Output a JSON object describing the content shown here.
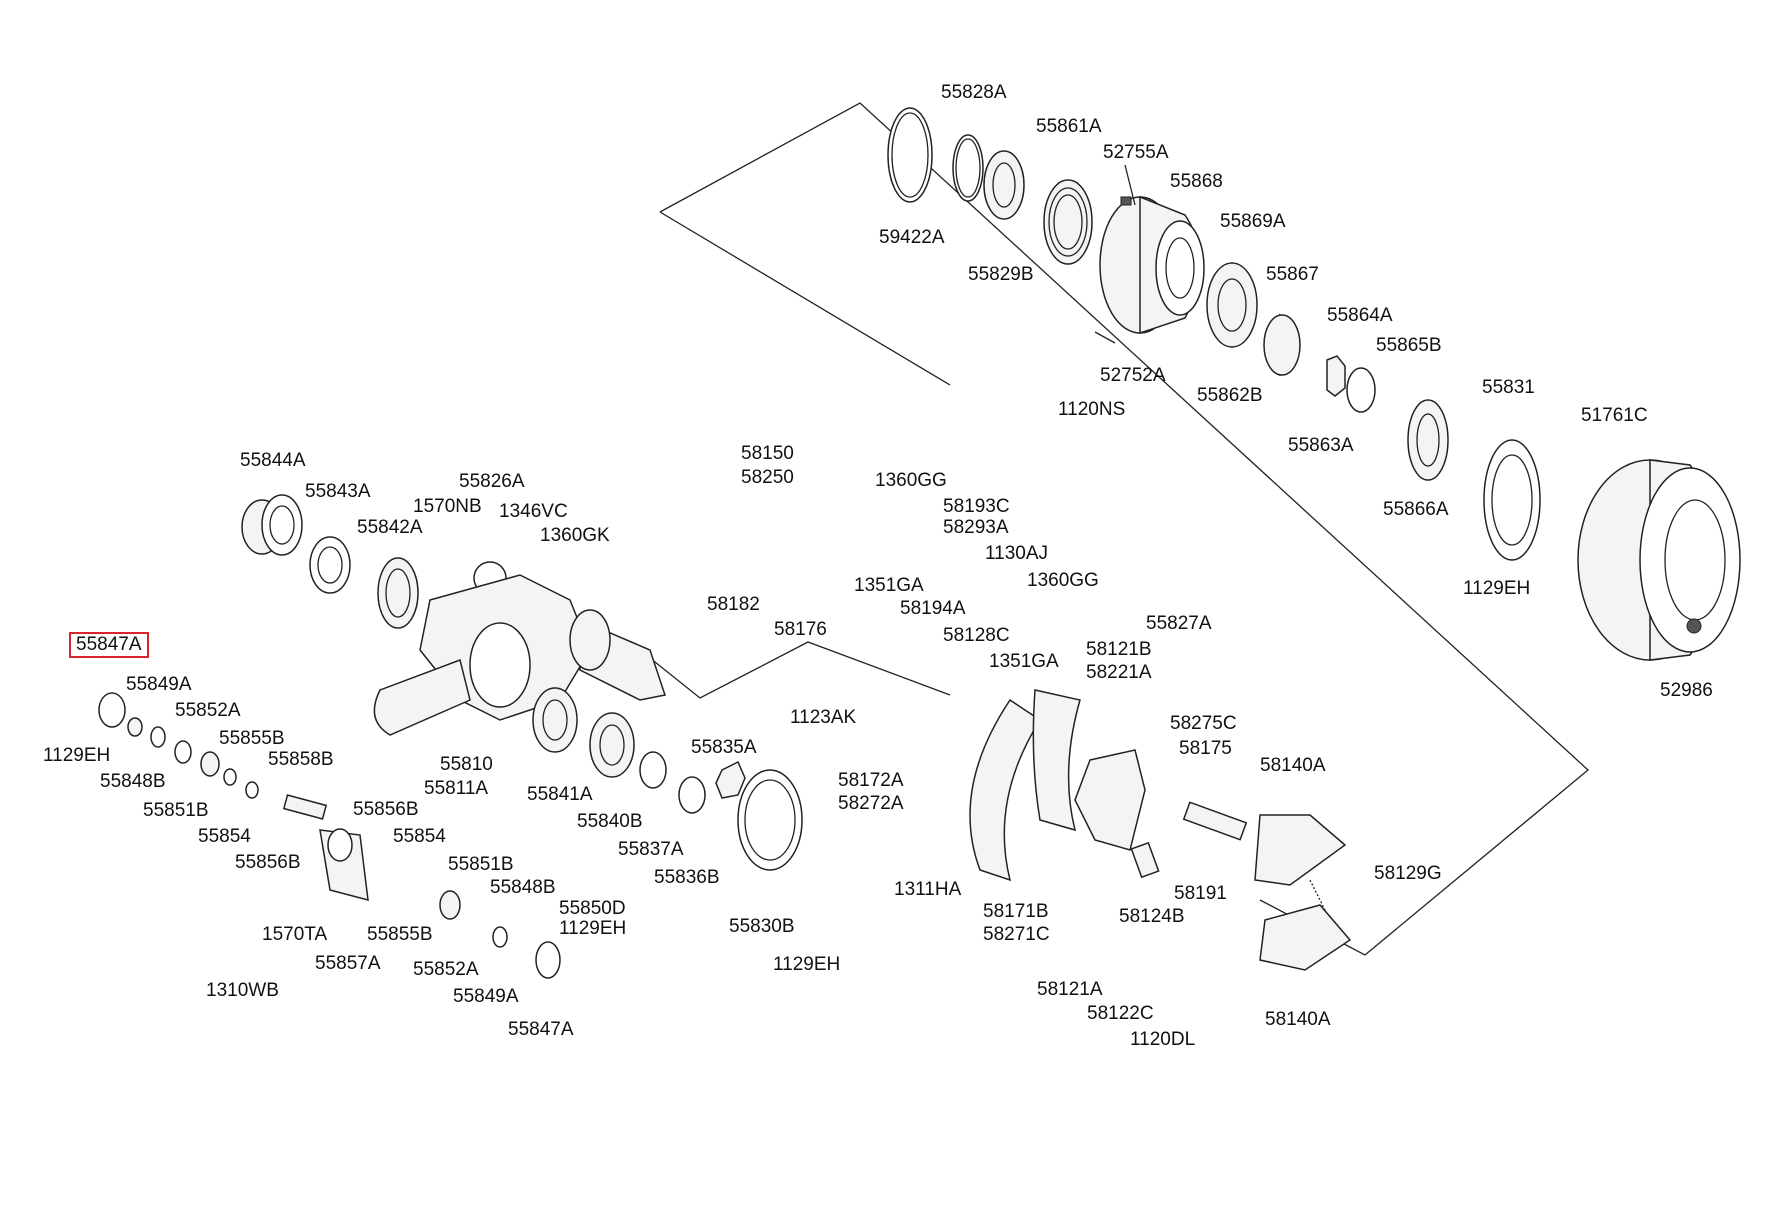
{
  "highlight_color": "#d9232d",
  "labels": [
    {
      "id": "55828A_top",
      "text": "55828A"
    },
    {
      "id": "55861A",
      "text": "55861A"
    },
    {
      "id": "52755A",
      "text": "52755A"
    },
    {
      "id": "55868",
      "text": "55868"
    },
    {
      "id": "55869A",
      "text": "55869A"
    },
    {
      "id": "59422A",
      "text": "59422A"
    },
    {
      "id": "55829B",
      "text": "55829B"
    },
    {
      "id": "55867",
      "text": "55867"
    },
    {
      "id": "55864A",
      "text": "55864A"
    },
    {
      "id": "55865B",
      "text": "55865B"
    },
    {
      "id": "52752A",
      "text": "52752A"
    },
    {
      "id": "1120NS",
      "text": "1120NS"
    },
    {
      "id": "55862B",
      "text": "55862B"
    },
    {
      "id": "55863A",
      "text": "55863A"
    },
    {
      "id": "55831",
      "text": "55831"
    },
    {
      "id": "51761C",
      "text": "51761C"
    },
    {
      "id": "55866A",
      "text": "55866A"
    },
    {
      "id": "1129EH_a",
      "text": "1129EH"
    },
    {
      "id": "52986",
      "text": "52986"
    },
    {
      "id": "55844A",
      "text": "55844A"
    },
    {
      "id": "55843A",
      "text": "55843A"
    },
    {
      "id": "55826A",
      "text": "55826A"
    },
    {
      "id": "1570NB",
      "text": "1570NB"
    },
    {
      "id": "1346VC",
      "text": "1346VC"
    },
    {
      "id": "55842A",
      "text": "55842A"
    },
    {
      "id": "1360GK",
      "text": "1360GK"
    },
    {
      "id": "58150",
      "text": "58150"
    },
    {
      "id": "58250",
      "text": "58250"
    },
    {
      "id": "1360GG_a",
      "text": "1360GG"
    },
    {
      "id": "58193C",
      "text": "58193C"
    },
    {
      "id": "58293A",
      "text": "58293A"
    },
    {
      "id": "1130AJ",
      "text": "1130AJ"
    },
    {
      "id": "1351GA_a",
      "text": "1351GA"
    },
    {
      "id": "58182",
      "text": "58182"
    },
    {
      "id": "58194A",
      "text": "58194A"
    },
    {
      "id": "1360GG_b",
      "text": "1360GG"
    },
    {
      "id": "58176",
      "text": "58176"
    },
    {
      "id": "58128C",
      "text": "58128C"
    },
    {
      "id": "55827A",
      "text": "55827A"
    },
    {
      "id": "1351GA_b",
      "text": "1351GA"
    },
    {
      "id": "58121B",
      "text": "58121B"
    },
    {
      "id": "58221A",
      "text": "58221A"
    },
    {
      "id": "55847A_hl",
      "text": "55847A"
    },
    {
      "id": "55849A_a",
      "text": "55849A"
    },
    {
      "id": "55852A_a",
      "text": "55852A"
    },
    {
      "id": "55855B_a",
      "text": "55855B"
    },
    {
      "id": "55858B",
      "text": "55858B"
    },
    {
      "id": "1129EH_b",
      "text": "1129EH"
    },
    {
      "id": "55848B_a",
      "text": "55848B"
    },
    {
      "id": "55851B_a",
      "text": "55851B"
    },
    {
      "id": "55854_a",
      "text": "55854"
    },
    {
      "id": "55856B_a",
      "text": "55856B"
    },
    {
      "id": "55810",
      "text": "55810"
    },
    {
      "id": "55811A",
      "text": "55811A"
    },
    {
      "id": "55841A",
      "text": "55841A"
    },
    {
      "id": "55840B",
      "text": "55840B"
    },
    {
      "id": "55835A",
      "text": "55835A"
    },
    {
      "id": "1123AK",
      "text": "1123AK"
    },
    {
      "id": "58275C",
      "text": "58275C"
    },
    {
      "id": "58175",
      "text": "58175"
    },
    {
      "id": "58140A_a",
      "text": "58140A"
    },
    {
      "id": "58172A",
      "text": "58172A"
    },
    {
      "id": "58272A",
      "text": "58272A"
    },
    {
      "id": "55856B_b",
      "text": "55856B"
    },
    {
      "id": "55854_b",
      "text": "55854"
    },
    {
      "id": "55837A",
      "text": "55837A"
    },
    {
      "id": "55836B",
      "text": "55836B"
    },
    {
      "id": "55851B_b",
      "text": "55851B"
    },
    {
      "id": "55848B_b",
      "text": "55848B"
    },
    {
      "id": "55850D",
      "text": "55850D"
    },
    {
      "id": "1129EH_c",
      "text": "1129EH"
    },
    {
      "id": "1311HA",
      "text": "1311HA"
    },
    {
      "id": "58129G",
      "text": "58129G"
    },
    {
      "id": "58191",
      "text": "58191"
    },
    {
      "id": "1570TA",
      "text": "1570TA"
    },
    {
      "id": "55855B_b",
      "text": "55855B"
    },
    {
      "id": "55830B",
      "text": "55830B"
    },
    {
      "id": "58171B",
      "text": "58171B"
    },
    {
      "id": "58271C",
      "text": "58271C"
    },
    {
      "id": "58124B",
      "text": "58124B"
    },
    {
      "id": "55857A",
      "text": "55857A"
    },
    {
      "id": "55852A_b",
      "text": "55852A"
    },
    {
      "id": "1129EH_d",
      "text": "1129EH"
    },
    {
      "id": "1310WB",
      "text": "1310WB"
    },
    {
      "id": "55849A_b",
      "text": "55849A"
    },
    {
      "id": "58121A",
      "text": "58121A"
    },
    {
      "id": "58122C",
      "text": "58122C"
    },
    {
      "id": "58140A_b",
      "text": "58140A"
    },
    {
      "id": "55847A_b",
      "text": "55847A"
    },
    {
      "id": "1120DL",
      "text": "1120DL"
    }
  ]
}
